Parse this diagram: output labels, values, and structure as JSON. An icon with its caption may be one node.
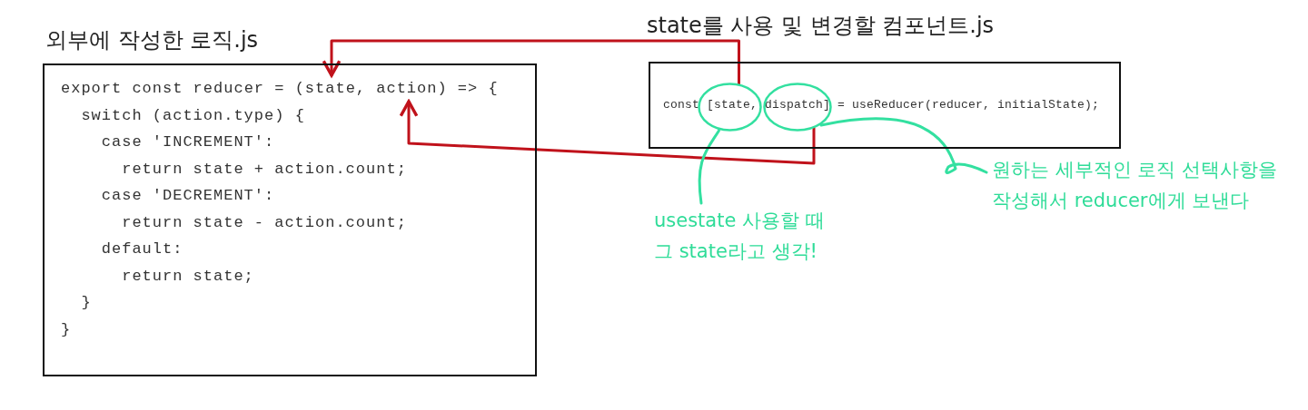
{
  "diagram": {
    "nodes": [
      {
        "text": [
          "외부에 작성한 로직.js",
          "export const reducer = (state, action) => {",
          "switch (action.type) {",
          "case 'INCREMENT':",
          "return state + action.count;",
          "case 'DECREMENT':",
          "return state - action.count;",
          "default:",
          "return state;",
          "}",
          "}"
        ]
      },
      {
        "text": [
          "state를 사용 및 변경할 컴포넌트.js",
          "const [state, dispatch] = useReducer(reducer, initialState);"
        ]
      },
      {
        "text": [],
        "shape": "circle",
        "in": 1
      },
      {
        "text": [],
        "shape": "circle",
        "in": 1
      },
      {
        "text": [
          "usestate 사용할 때 그 state라고 생각!"
        ]
      },
      {
        "text": [
          "원하는 세부적인 로직 선택사항을 작성해서 reducer에게 보낸다"
        ]
      }
    ],
    "edges": [
      {
        "from": 2,
        "to": 0,
        "arrow": "to"
      },
      {
        "from": 3,
        "to": 0,
        "arrow": "to"
      },
      {
        "from": 4,
        "to": 2,
        "arrow": "none",
        "color": "#33e0a0"
      },
      {
        "from": 5,
        "to": 3,
        "arrow": "none",
        "color": "#33e0a0"
      }
    ]
  }
}
